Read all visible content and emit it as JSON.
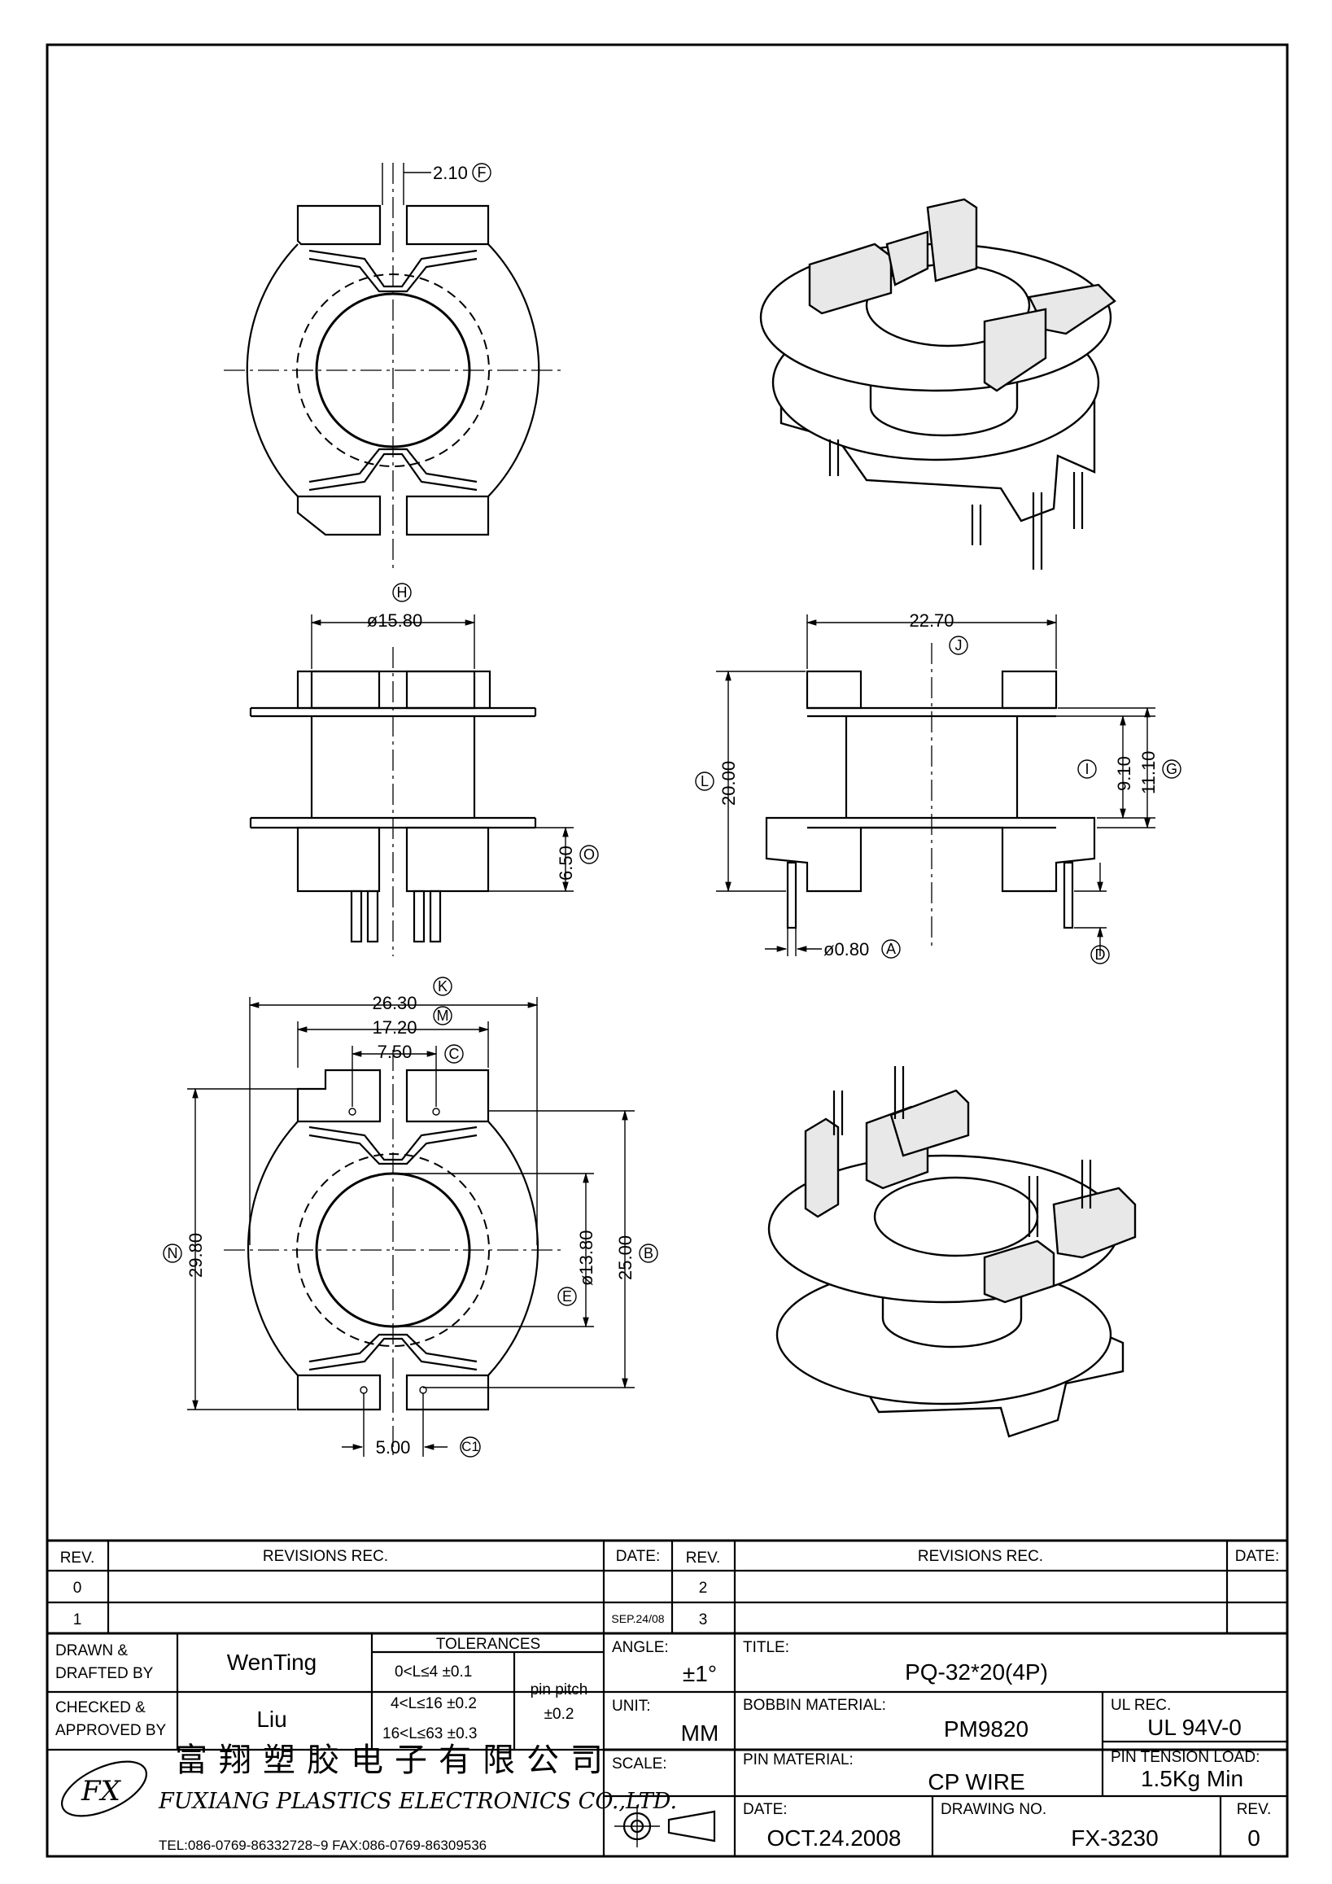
{
  "dimensions": {
    "top_gap": "2.10",
    "flange_dia": "ø15.80",
    "width_j": "22.70",
    "height_l": "20.00",
    "dim_i": "9.10",
    "dim_g": "11.10",
    "dim_o": "6.50",
    "pin_dia": "ø0.80",
    "dim_k": "26.30",
    "dim_m": "17.20",
    "dim_c": "7.50",
    "dim_n": "29.80",
    "dim_e": "ø13.80",
    "dim_b": "25.00",
    "dim_c1_value": "5.00"
  },
  "markers": {
    "F": "F",
    "H": "H",
    "J": "J",
    "L": "L",
    "I": "I",
    "G": "G",
    "O": "O",
    "A": "A",
    "D": "D",
    "K": "K",
    "M": "M",
    "C": "C",
    "N": "N",
    "E": "E",
    "B": "B",
    "C1": "C1"
  },
  "title_block": {
    "rev_header": "REV.",
    "revisions_header": "REVISIONS    REC.",
    "date_header": "DATE:",
    "rev_rows_left": [
      "0",
      "1"
    ],
    "rev_date_1": "SEP.24/08",
    "rev_rows_right": [
      "2",
      "3"
    ],
    "drawn_label_1": "DRAWN  &",
    "drawn_label_2": "DRAFTED  BY",
    "drawn_value": "WenTing",
    "checked_label_1": "CHECKED  &",
    "checked_label_2": "APPROVED  BY",
    "checked_value": "Liu",
    "tolerances_header": "TOLERANCES",
    "tol_1": "0<L≤4    ±0.1",
    "tol_2": "4<L≤16  ±0.2",
    "tol_3": "16<L≤63  ±0.3",
    "pin_pitch_label": "pin  pitch",
    "pin_pitch_value": "±0.2",
    "angle_label": "ANGLE:",
    "angle_value": "±1°",
    "unit_label": "UNIT:",
    "unit_value": "MM",
    "scale_label": "SCALE:",
    "title_label": "TITLE:",
    "title_value": "PQ-32*20(4P)",
    "bobbin_material_label": "BOBBIN  MATERIAL:",
    "bobbin_material_value": "PM9820",
    "ul_rec_label": "UL  REC.",
    "ul_rec_value": "UL  94V-0",
    "pin_material_label": "PIN  MATERIAL:",
    "pin_material_value": "CP  WIRE",
    "pin_tension_label": "PIN  TENSION  LOAD:",
    "pin_tension_value": "1.5Kg  Min",
    "date_label": "DATE:",
    "date_value": "OCT.24.2008",
    "drawing_no_label": "DRAWING  NO.",
    "drawing_no_value": "FX-3230",
    "rev_label": "REV.",
    "rev_value": "0",
    "company_cn": "富翔塑胶电子有限公司",
    "company_en": "FUXIANG  PLASTICS  ELECTRONICS  CO.,LTD.",
    "contact": "TEL:086-0769-86332728~9   FAX:086-0769-86309536",
    "logo_text": "FX"
  }
}
